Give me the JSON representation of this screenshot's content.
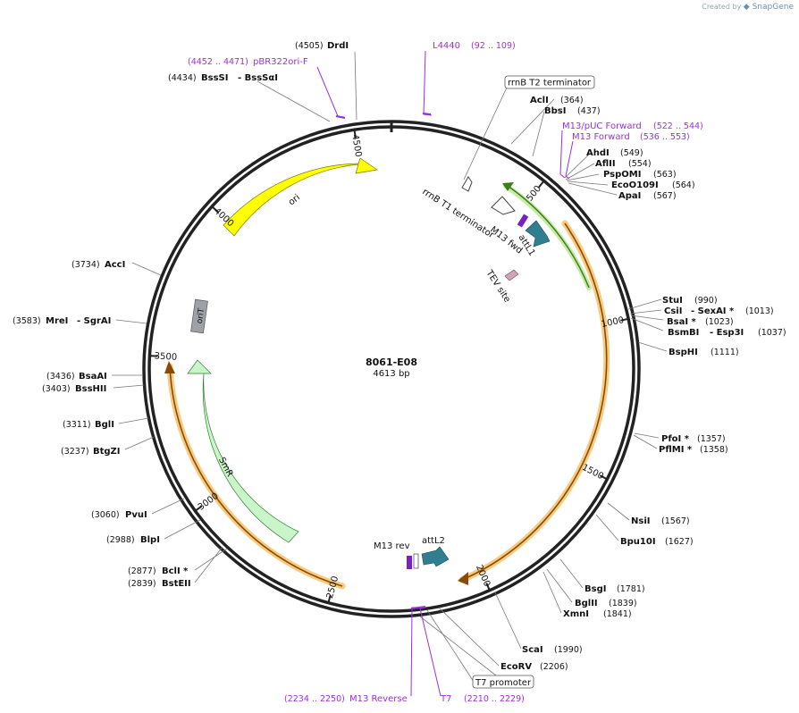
{
  "watermark": {
    "prefix": "Created by",
    "brand": "SnapGene"
  },
  "plasmid": {
    "name": "8061-E08",
    "size_label": "4613 bp",
    "length": 4613
  },
  "colors": {
    "backbone": "#222222",
    "primer": "#9b30d9",
    "ori": "#ffff00",
    "smr": "#c9f5c9",
    "orange_highlight": "#f6c26b",
    "green_feature": "#6fbf3f",
    "att": "#2f7f90",
    "orit": "#9ea2a8",
    "tev": "#d8a0b8",
    "m13": "#7b1fc4"
  },
  "ticks": [
    "500",
    "1000",
    "1500",
    "2000",
    "2500",
    "3000",
    "3500",
    "4000",
    "4500"
  ],
  "enzymes": [
    {
      "pos": "(4505)",
      "name": "DrdI"
    },
    {
      "pos": "(4434)",
      "name": "BssSI",
      "name2": "- BssSαI"
    },
    {
      "pos": "(364)",
      "name": "AclI"
    },
    {
      "pos": "(437)",
      "name": "BbsI"
    },
    {
      "pos": "(549)",
      "name": "AhdI"
    },
    {
      "pos": "(554)",
      "name": "AflII"
    },
    {
      "pos": "(563)",
      "name": "PspOMI"
    },
    {
      "pos": "(564)",
      "name": "EcoO109I"
    },
    {
      "pos": "(567)",
      "name": "ApaI"
    },
    {
      "pos": "(990)",
      "name": "StuI"
    },
    {
      "pos": "(1013)",
      "name": "CsiI",
      "name2": "- SexAI *"
    },
    {
      "pos": "(1023)",
      "name": "BsaI *"
    },
    {
      "pos": "(1037)",
      "name": "BsmBI",
      "name2": "- Esp3I"
    },
    {
      "pos": "(1111)",
      "name": "BspHI"
    },
    {
      "pos": "(1357)",
      "name": "PfoI *"
    },
    {
      "pos": "(1358)",
      "name": "PflMI *"
    },
    {
      "pos": "(1567)",
      "name": "NsiI"
    },
    {
      "pos": "(1627)",
      "name": "Bpu10I"
    },
    {
      "pos": "(1781)",
      "name": "BsgI"
    },
    {
      "pos": "(1839)",
      "name": "BglII"
    },
    {
      "pos": "(1841)",
      "name": "XmnI"
    },
    {
      "pos": "(1990)",
      "name": "ScaI"
    },
    {
      "pos": "(2206)",
      "name": "EcoRV"
    },
    {
      "pos": "(2877)",
      "name": "BclI *"
    },
    {
      "pos": "(2839)",
      "name": "BstEII"
    },
    {
      "pos": "(2988)",
      "name": "BlpI"
    },
    {
      "pos": "(3060)",
      "name": "PvuI"
    },
    {
      "pos": "(3237)",
      "name": "BtgZI"
    },
    {
      "pos": "(3311)",
      "name": "BglI"
    },
    {
      "pos": "(3403)",
      "name": "BssHII"
    },
    {
      "pos": "(3436)",
      "name": "BsaAI"
    },
    {
      "pos": "(3583)",
      "name": "MreI",
      "name2": "- SgrAI"
    },
    {
      "pos": "(3734)",
      "name": "AccI"
    }
  ],
  "primers": [
    {
      "name": "L4440",
      "range": "(92 .. 109)"
    },
    {
      "name": "pBR322ori-F",
      "range": "(4452 .. 4471)"
    },
    {
      "name": "M13/pUC Forward",
      "range": "(522 .. 544)"
    },
    {
      "name": "M13 Forward",
      "range": "(536 .. 553)"
    },
    {
      "name": "M13 Reverse",
      "range": "(2234 .. 2250)"
    },
    {
      "name": "T7",
      "range": "(2210 .. 2229)"
    }
  ],
  "features": {
    "rrnb_t2": "rrnB T2 terminator",
    "rrnb_t1": "rrnB T1 terminator",
    "m13_fwd": "M13 fwd",
    "attl1": "attL1",
    "tev": "TEV site",
    "ori": "ori",
    "orit": "oriT",
    "smr": "SmR",
    "m13_rev": "M13 rev",
    "attl2": "attL2",
    "t7_promoter": "T7 promoter"
  }
}
